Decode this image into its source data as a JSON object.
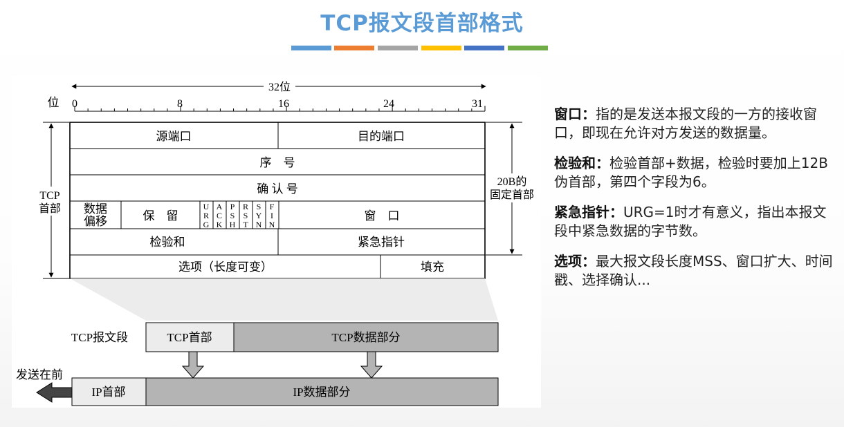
{
  "title": "TCP报文段首部格式",
  "colors": {
    "title": "#5b9bd5",
    "bars": [
      "#5b9bd5",
      "#ed7d31",
      "#a5a5a5",
      "#ffc000",
      "#4472c4",
      "#70ad47"
    ],
    "segment_gray": "#b4b4b4",
    "header_light": "#ececec"
  },
  "diagram": {
    "width_label": "32位",
    "bit_label": "位",
    "bit_ticks": [
      "0",
      "8",
      "16",
      "24",
      "31"
    ],
    "left_side_label": [
      "TCP",
      "首部"
    ],
    "right_side_label": [
      "20B的",
      "固定首部"
    ],
    "fields": {
      "src_port": "源端口",
      "dst_port": "目的端口",
      "seq": "序　号",
      "ack": "确 认 号",
      "data_offset": [
        "数据",
        "偏移"
      ],
      "reserved": "保　留",
      "flags": [
        [
          "U",
          "R",
          "G"
        ],
        [
          "A",
          "C",
          "K"
        ],
        [
          "P",
          "S",
          "H"
        ],
        [
          "R",
          "S",
          "T"
        ],
        [
          "S",
          "Y",
          "N"
        ],
        [
          "F",
          "I",
          "N"
        ]
      ],
      "window": "窗　口",
      "checksum": "检验和",
      "urgent": "紧急指针",
      "options": "选项（长度可变）",
      "padding": "填充"
    },
    "segment": {
      "label": "TCP报文段",
      "header": "TCP首部",
      "data": "TCP数据部分"
    },
    "ip": {
      "send_first": "发送在前",
      "header": "IP首部",
      "data": "IP数据部分"
    }
  },
  "notes": [
    {
      "title": "窗口：",
      "text": "指的是发送本报文段的一方的接收窗口，即现在允许对方发送的数据量。"
    },
    {
      "title": "检验和：",
      "text": "检验首部+数据，检验时要加上12B伪首部，第四个字段为6。"
    },
    {
      "title": "紧急指针：",
      "text": "URG=1时才有意义，指出本报文段中紧急数据的字节数。"
    },
    {
      "title": "选项：",
      "text": "最大报文段长度MSS、窗口扩大、时间戳、选择确认..."
    }
  ]
}
